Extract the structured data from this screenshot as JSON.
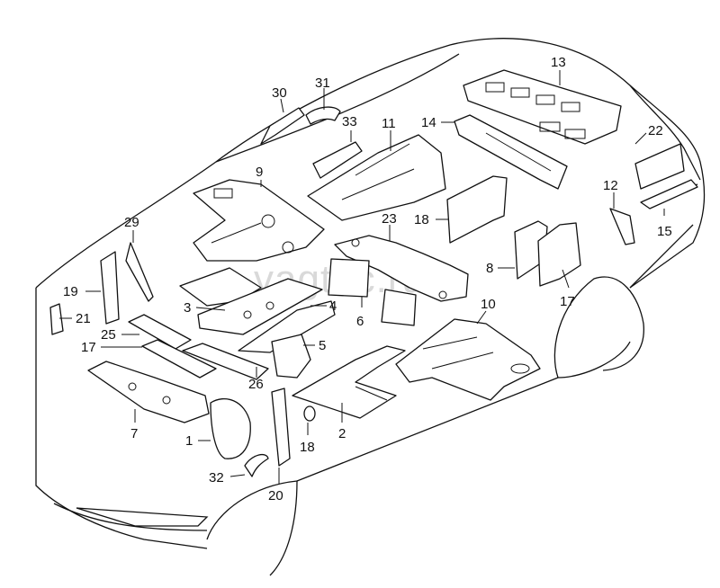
{
  "watermark": "vagtec.ru",
  "callouts": [
    "30",
    "31",
    "33",
    "13",
    "11",
    "14",
    "22",
    "9",
    "29",
    "23",
    "18",
    "12",
    "15",
    "19",
    "21",
    "3",
    "4",
    "8",
    "6",
    "10",
    "17",
    "25",
    "5",
    "17",
    "7",
    "1",
    "26",
    "18",
    "2",
    "32",
    "20"
  ]
}
